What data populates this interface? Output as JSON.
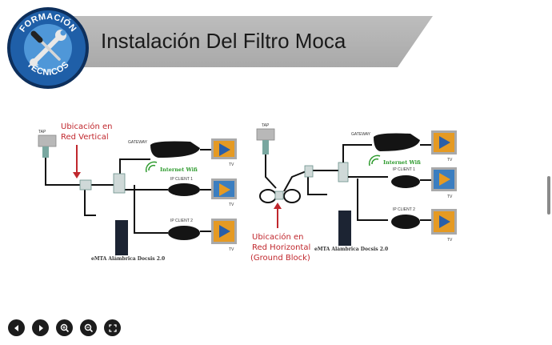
{
  "slide": {
    "title": "Instalación Del Filtro Moca"
  },
  "logo": {
    "top_text": "FORMACIÓN",
    "bottom_text": "TÉCNICOS",
    "icon": "wrench-screwdriver-icon"
  },
  "diagram_left": {
    "tap_label": "TAP",
    "callout_line1": "Ubicación en",
    "callout_line2": "Red Vertical",
    "gateway_label": "GATEWAY",
    "wifi_label": "Internet Wifi",
    "ip_client_1": "IP CLIENT 1",
    "ip_client_2": "IP CLIENT 2",
    "tv_label": "TV",
    "emta_label": "eMTA Alámbrica Docsis 2.0"
  },
  "diagram_right": {
    "tap_label": "TAP",
    "callout_line1": "Ubicación en",
    "callout_line2": "Red Horizontal",
    "callout_line3": "(Ground Block)",
    "gateway_label": "GATEWAY",
    "wifi_label": "Internet Wifi",
    "ip_client_1": "IP CLIENT 1",
    "ip_client_2": "IP CLIENT 2",
    "tv_label": "TV",
    "emta_label": "eMTA Alámbrica Docsis 2.0"
  },
  "colors": {
    "banner_gray": "#b5b5b5",
    "logo_blue": "#1f5fa8",
    "callout_red": "#c0272d",
    "wifi_green": "#2c9a2c"
  },
  "controls": {
    "icons": [
      "previous-icon",
      "play-icon",
      "zoom-in-icon",
      "zoom-out-icon",
      "fullscreen-icon"
    ]
  }
}
